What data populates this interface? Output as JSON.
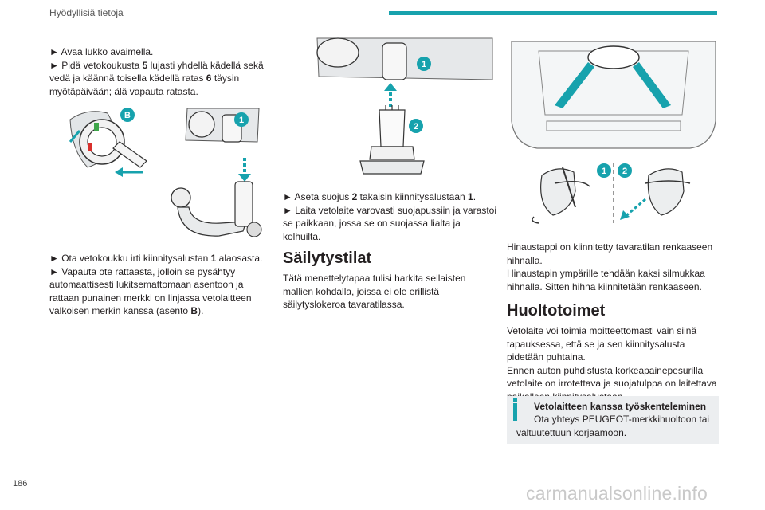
{
  "header": {
    "title": "Hyödyllisiä tietoja"
  },
  "col1": {
    "steps_top": [
      "► Avaa lukko avaimella.",
      "► Pidä vetokoukusta ",
      "5",
      " lujasti yhdellä kädellä sekä vedä ja käännä toisella kädellä ratas ",
      "6",
      " täysin myötäpäivään; älä vapauta ratasta."
    ],
    "steps_bottom": [
      "► Ota vetokoukku irti kiinnitysalustan ",
      "1",
      " alaosasta.",
      "► Vapauta ote rattaasta, jolloin se pysähtyy automaattisesti lukitsemattomaan asentoon ja rattaan punainen merkki on linjassa vetolaitteen valkoisen merkin kanssa (asento ",
      "B",
      ")."
    ],
    "fig_labels": {
      "b": "B",
      "one": "1"
    }
  },
  "col2": {
    "fig_labels": {
      "one": "1",
      "two": "2"
    },
    "steps": [
      "► Aseta suojus ",
      "2",
      " takaisin kiinnitysalustaan ",
      "1",
      ".",
      "► Laita vetolaite varovasti suojapussiin ja varastoi se paikkaan, jossa se on suojassa lialta ja kolhuilta."
    ],
    "heading": "Säilytystilat",
    "body": "Tätä menettelytapaa tulisi harkita sellaisten mallien kohdalla, joissa ei ole erillistä säilytyslokeroa tavaratilassa."
  },
  "col3": {
    "fig_labels": {
      "one": "1",
      "two": "2"
    },
    "p1": "Hinaustappi on kiinnitetty tavaratilan renkaaseen hihnalla.",
    "p2": "Hinaustapin ympärille tehdään kaksi silmukkaa hihnalla. Sitten hihna kiinnitetään renkaaseen.",
    "heading": "Huoltotoimet",
    "p3": "Vetolaite voi toimia moitteettomasti vain siinä tapauksessa, että se ja sen kiinnitysalusta pidetään puhtaina.",
    "p4": "Ennen auton puhdistusta korkeapainepesurilla vetolaite on irrotettava ja suojatulppa on laitettava paikalleen kiinnitysalustaan.",
    "note_title": "Vetolaitteen kanssa työskenteleminen",
    "note_text": "Ota yhteys PEUGEOT-merkkihuoltoon tai valtuutettuun korjaamoon."
  },
  "footer": {
    "page_number": "186",
    "watermark": "carmanualsonline.info"
  },
  "colors": {
    "accent": "#17a2ad",
    "text": "#231f20",
    "note_bg": "#eceef0",
    "red_mark": "#d9302c",
    "green_mark": "#3ea64a"
  }
}
